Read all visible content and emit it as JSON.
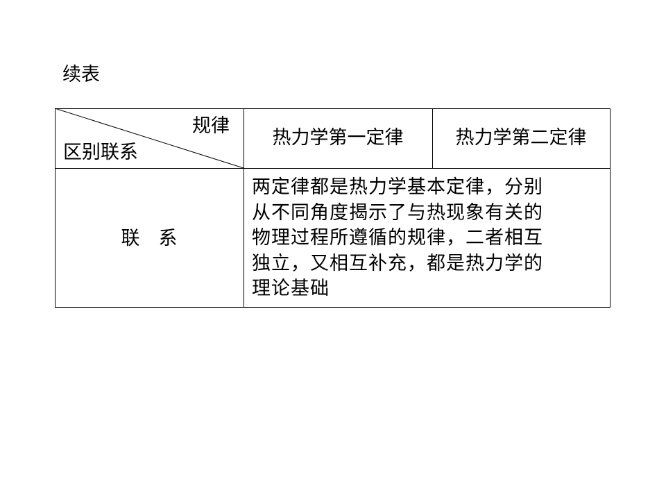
{
  "caption": "续表",
  "table": {
    "corner": {
      "top_right": "规律",
      "bottom_left": "区别联系"
    },
    "columns": [
      "热力学第一定律",
      "热力学第二定律"
    ],
    "row": {
      "label": "联　系",
      "content_lines": [
        "两定律都是热力学基本定律，分别",
        "从不同角度揭示了与热现象有关的",
        "物理过程所遵循的规律，二者相互",
        "独立，又相互补充，都是热力学的",
        "理论基础"
      ]
    }
  }
}
